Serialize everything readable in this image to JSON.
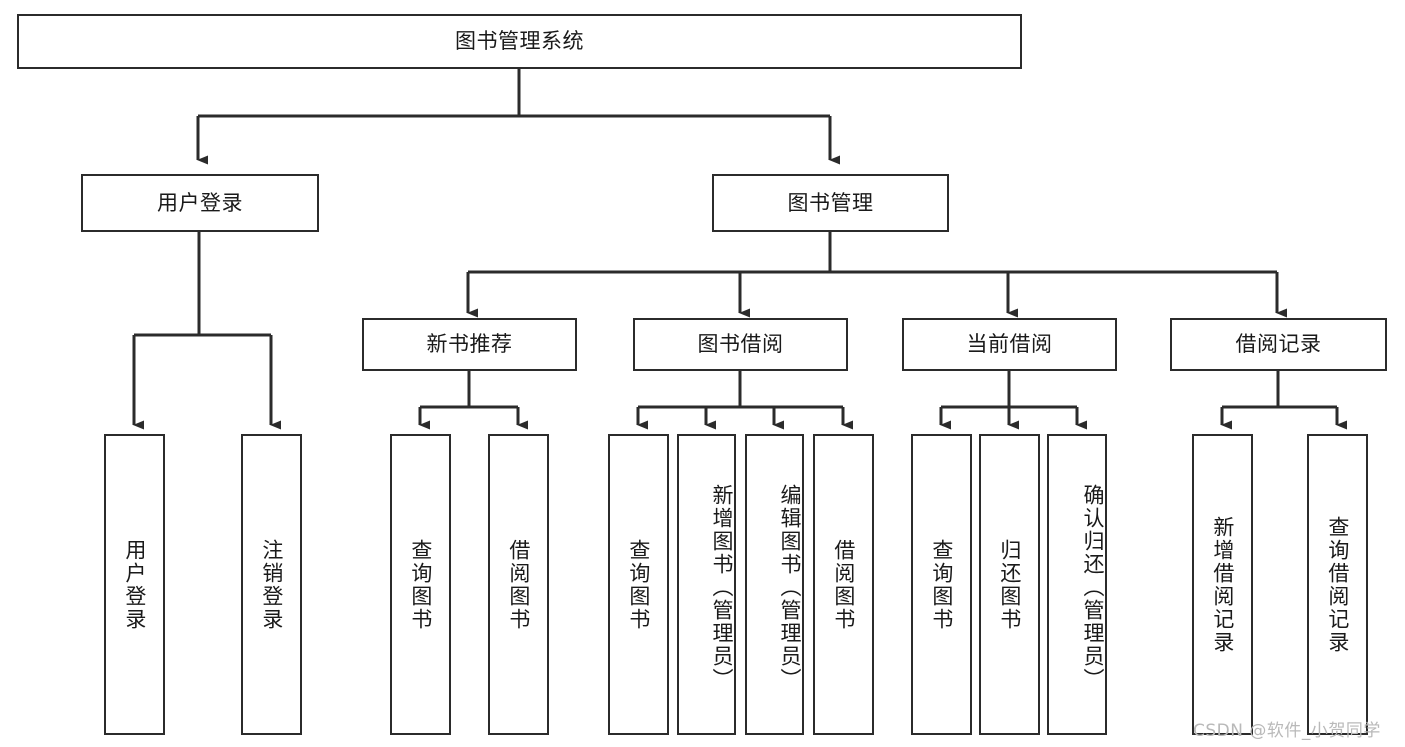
{
  "diagram": {
    "title": "图书管理系统",
    "type": "tree-hierarchy-chart",
    "colors": {
      "background": "#ffffff",
      "border": "#2b2b2b",
      "text": "#1a1a1a",
      "connector": "#2b2b2b",
      "watermark": "#b9b9b9"
    },
    "root": {
      "label": "图书管理系统"
    },
    "level2": [
      {
        "label": "用户登录"
      },
      {
        "label": "图书管理"
      }
    ],
    "level3": [
      {
        "label": "新书推荐"
      },
      {
        "label": "图书借阅"
      },
      {
        "label": "当前借阅"
      },
      {
        "label": "借阅记录"
      }
    ],
    "leaves": {
      "user_login": [
        {
          "label": "用户登录"
        },
        {
          "label": "注销登录"
        }
      ],
      "new_book_recommend": [
        {
          "label": "查询图书"
        },
        {
          "label": "借阅图书"
        }
      ],
      "book_borrow": [
        {
          "label": "查询图书"
        },
        {
          "label": "新增图书（管理员）"
        },
        {
          "label": "编辑图书（管理员）"
        },
        {
          "label": "借阅图书"
        }
      ],
      "current_borrow": [
        {
          "label": "查询图书"
        },
        {
          "label": "归还图书"
        },
        {
          "label": "确认归还（管理员）"
        }
      ],
      "borrow_record": [
        {
          "label": "新增借阅记录"
        },
        {
          "label": "查询借阅记录"
        }
      ]
    },
    "watermark": "CSDN @软件_小贺同学"
  }
}
